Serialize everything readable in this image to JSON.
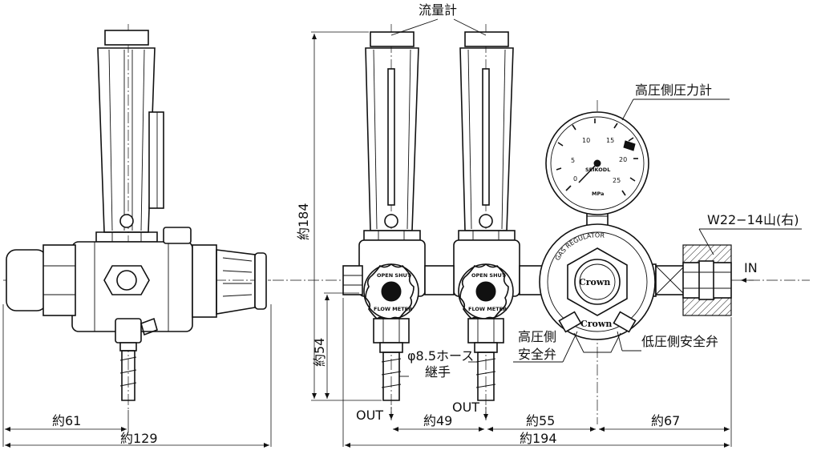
{
  "labels": {
    "flowmeter": "流量計",
    "high_pressure_gauge": "高圧側圧力計",
    "inlet_thread": "W22−14山(右)",
    "inlet": "IN",
    "high_side": "高圧側",
    "relief_valve": "安全弁",
    "low_relief_valve": "低圧側安全弁",
    "hose_fitting_line1": "φ8.5ホース",
    "hose_fitting_line2": "継手",
    "outlet_left": "OUT",
    "outlet_right": "OUT"
  },
  "dimensions": {
    "height": "約184",
    "outlet_height": "約54",
    "side_offset": "約61",
    "side_depth": "約129",
    "outlet_spacing": "約49",
    "outlet_to_center": "約55",
    "center_to_inlet": "約67",
    "total_width": "約194"
  },
  "gauge": {
    "scale": [
      "0",
      "5",
      "10",
      "15",
      "20",
      "25"
    ],
    "brand": "SEIKODL",
    "unit": "MPa"
  },
  "regulator": {
    "ring_text": "GAS REGULATOR",
    "brand": "Crown"
  },
  "valve_knob": {
    "top_text": "OPEN SHUT",
    "bottom_text": "FLOW METER"
  },
  "colors": {
    "line": "#111111",
    "background": "#ffffff"
  }
}
